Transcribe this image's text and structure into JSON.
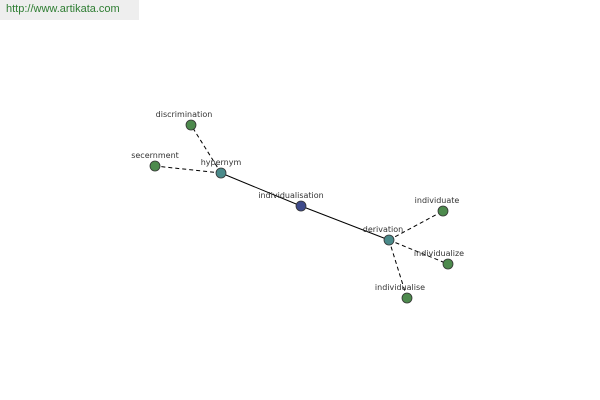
{
  "source_url": "http://www.artikata.com",
  "colors": {
    "center_node": "#3e4a8a",
    "relation_node": "#4a8a8a",
    "word_node": "#4d8a4d",
    "node_stroke": "#333333",
    "edge": "#000000",
    "label": "#333333"
  },
  "graph": {
    "nodes": [
      {
        "id": "individualisation",
        "label": "individualisation",
        "kind": "center"
      },
      {
        "id": "hypernym",
        "label": "hypernym",
        "kind": "relation"
      },
      {
        "id": "derivation",
        "label": "derivation",
        "kind": "relation"
      },
      {
        "id": "discrimination",
        "label": "discrimination",
        "kind": "word"
      },
      {
        "id": "secernment",
        "label": "secernment",
        "kind": "word"
      },
      {
        "id": "individuate",
        "label": "individuate",
        "kind": "word"
      },
      {
        "id": "individualize",
        "label": "individualize",
        "kind": "word"
      },
      {
        "id": "individualise",
        "label": "individualise",
        "kind": "word"
      }
    ],
    "edges": [
      {
        "from": "individualisation",
        "to": "hypernym",
        "style": "solid"
      },
      {
        "from": "individualisation",
        "to": "derivation",
        "style": "solid"
      },
      {
        "from": "hypernym",
        "to": "discrimination",
        "style": "dashed"
      },
      {
        "from": "hypernym",
        "to": "secernment",
        "style": "dashed"
      },
      {
        "from": "derivation",
        "to": "individuate",
        "style": "dashed"
      },
      {
        "from": "derivation",
        "to": "individualize",
        "style": "dashed"
      },
      {
        "from": "derivation",
        "to": "individualise",
        "style": "dashed"
      }
    ]
  }
}
